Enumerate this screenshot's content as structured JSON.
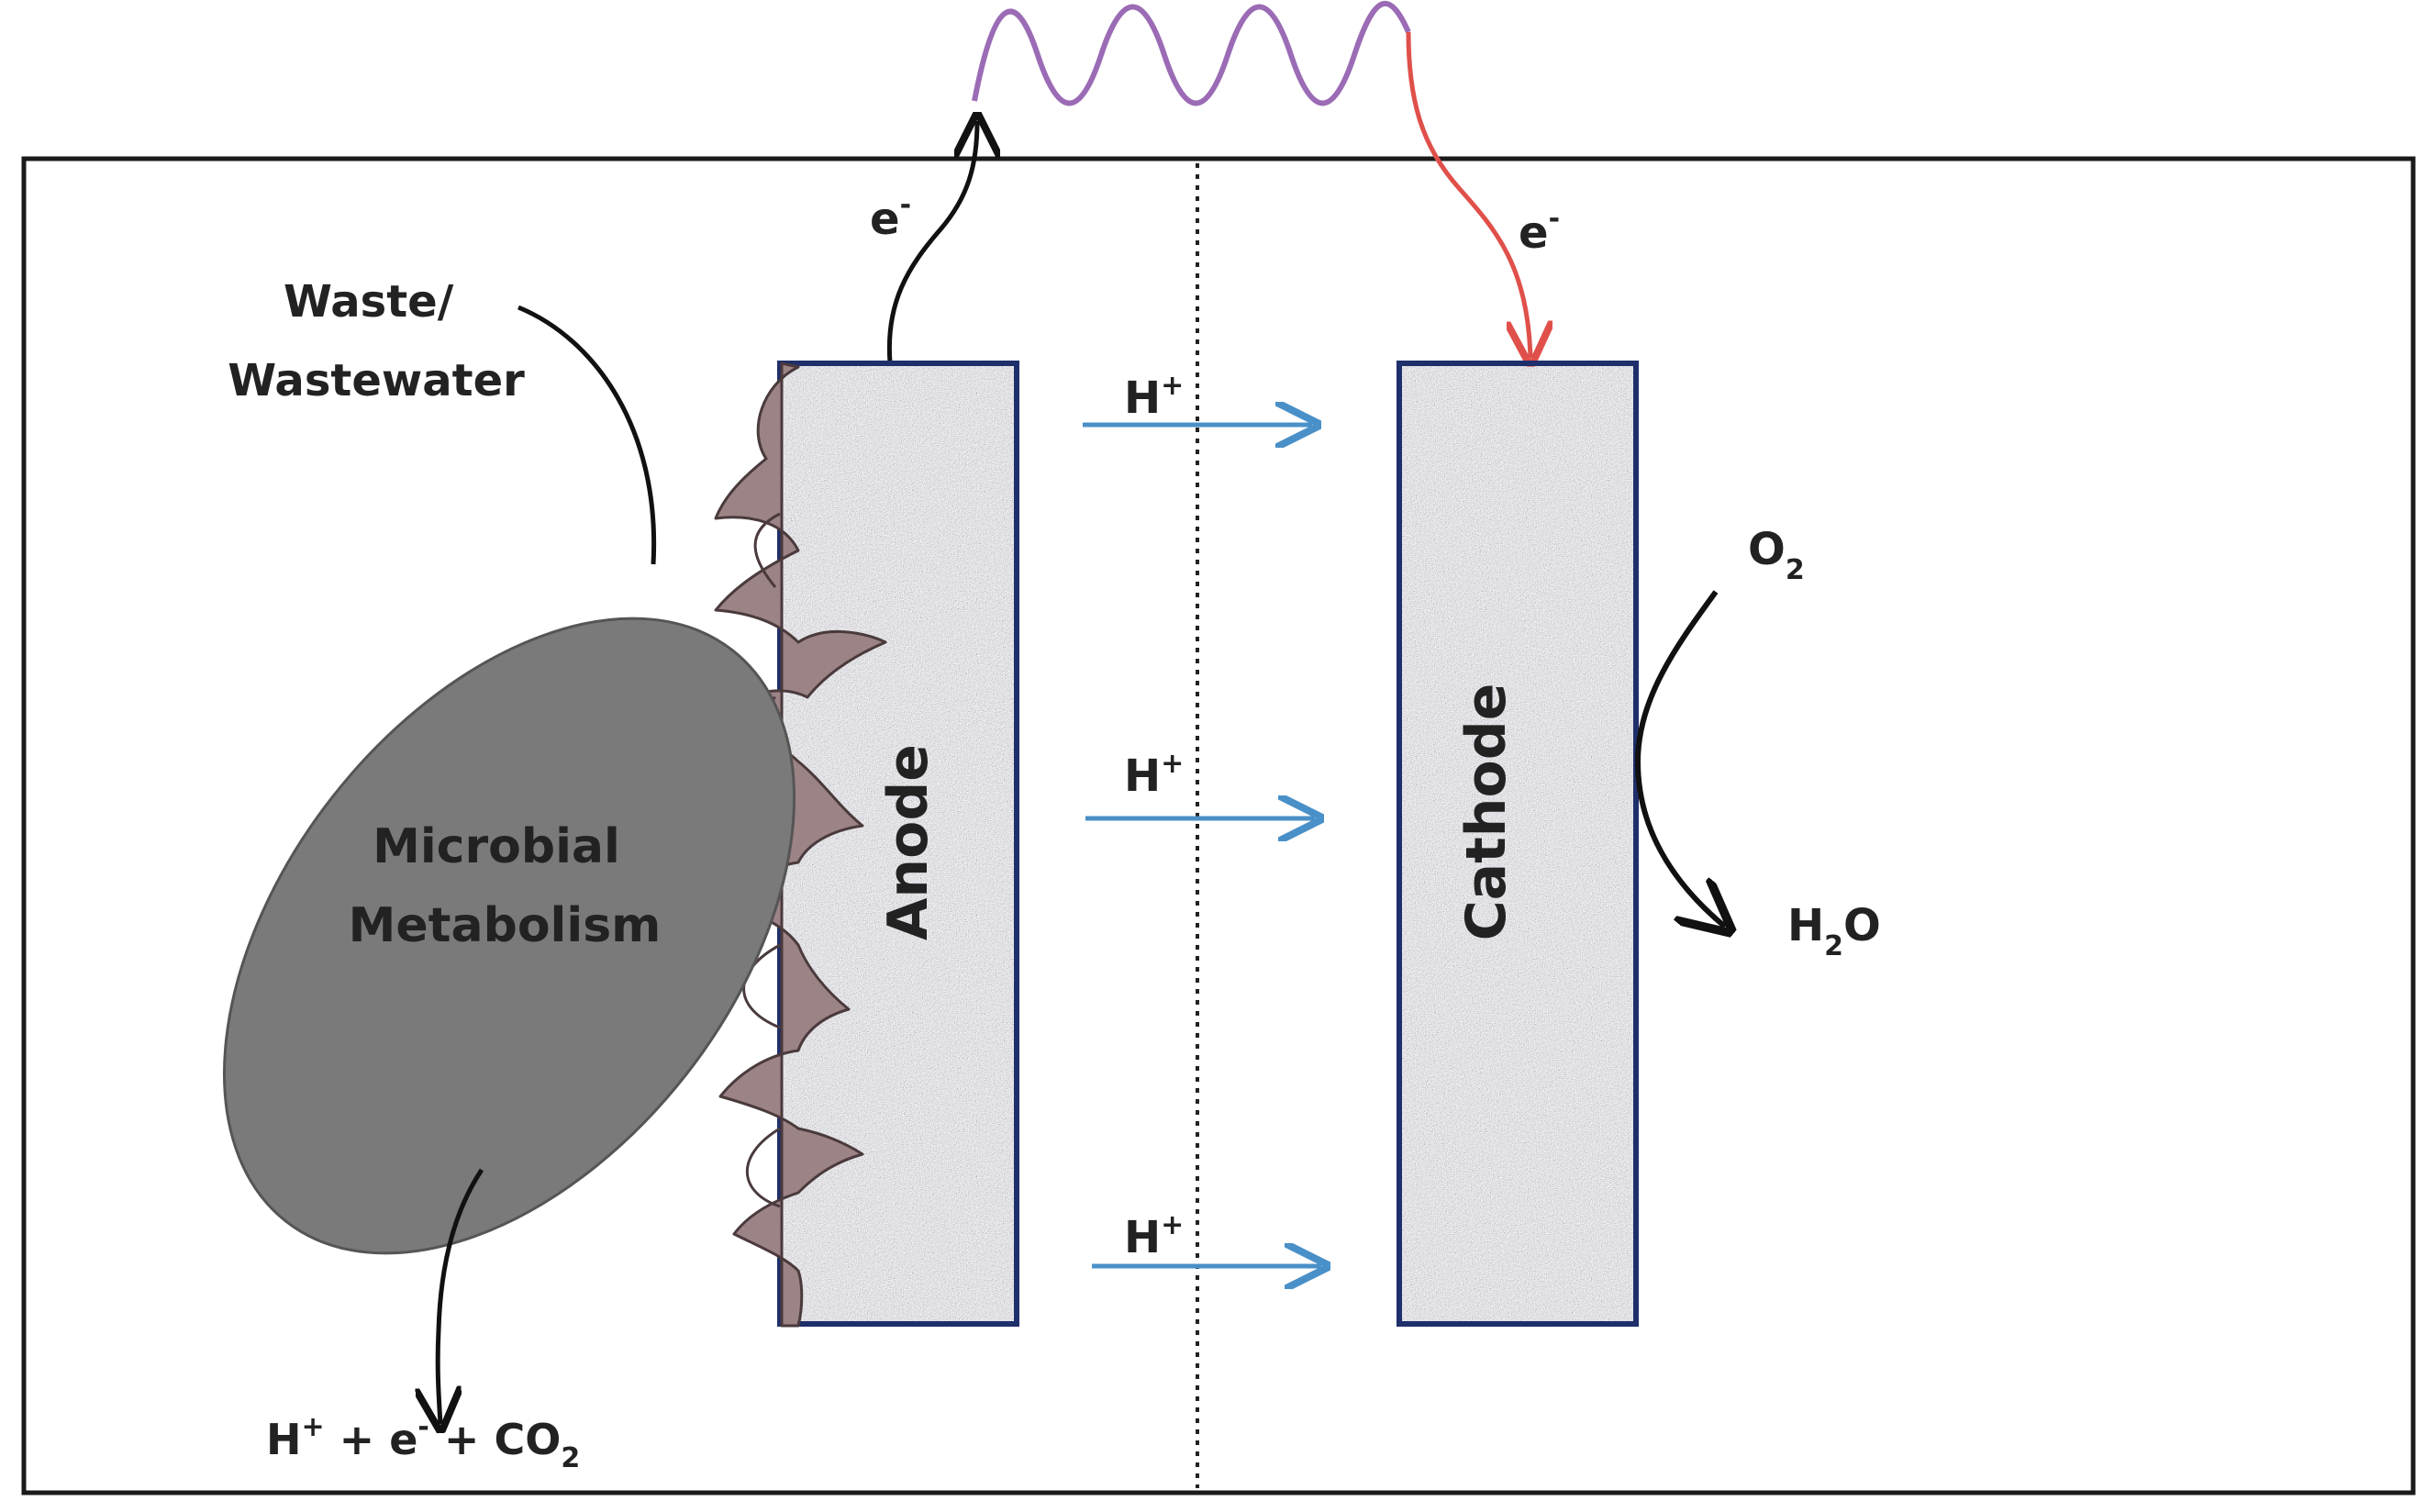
{
  "labels": {
    "waste_line1": "Waste/",
    "waste_line2": "Wastewater",
    "microbial_line1": "Microbial",
    "microbial_line2": "Metabolism",
    "anode": "Anode",
    "cathode": "Cathode",
    "electron_anode": {
      "base": "e",
      "sup": "-"
    },
    "electron_cathode": {
      "base": "e",
      "sup": "-"
    },
    "proton": {
      "base": "H",
      "sup": "+"
    },
    "oxygen": {
      "base": "O",
      "sub": "2"
    },
    "water": {
      "pre": "H",
      "sub": "2",
      "post": "O"
    },
    "products": {
      "h": "H",
      "h_sup": "+",
      "plus1": " + e",
      "e_sup": "-",
      "plus2": " + CO",
      "co2_sub": "2"
    }
  },
  "colors": {
    "frame": "#1a1a1a",
    "electrode_border": "#1f2f6b",
    "electrode_fill": "#c4c5c9",
    "microbe_fill": "#7a7a7a",
    "biofilm_fill": "#9c8386",
    "proton_arrow": "#4a90c8",
    "resistor": "#9b6bb5",
    "cathode_wire": "#e0504a",
    "black_arrow": "#111111"
  }
}
